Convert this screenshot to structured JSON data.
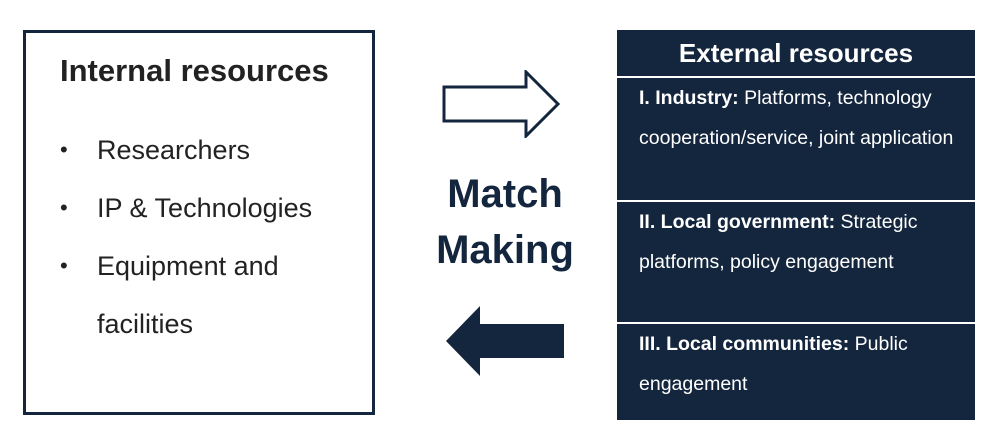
{
  "internal": {
    "title": "Internal resources",
    "items": [
      "Researchers",
      "IP & Technologies",
      "Equipment and facilities"
    ],
    "bullet": "•"
  },
  "center": {
    "line1": "Match",
    "line2": "Making"
  },
  "external": {
    "title": "External resources",
    "sections": [
      {
        "lead": "I. Industry:",
        "text": " Platforms, technology cooperation/service, joint application"
      },
      {
        "lead": "II. Local government:",
        "text": " Strategic platforms, policy engagement"
      },
      {
        "lead": "III. Local communities:",
        "text": " Public engagement"
      }
    ]
  },
  "colors": {
    "navy": "#14263d",
    "white": "#ffffff"
  }
}
